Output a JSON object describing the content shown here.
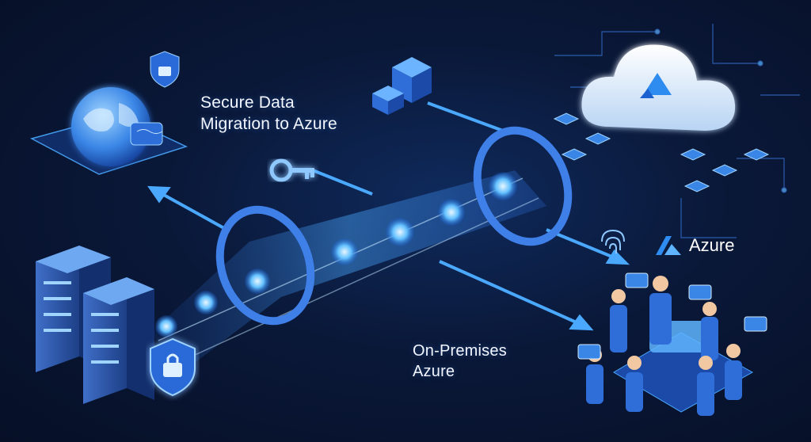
{
  "headline": {
    "line1": "Secure Data",
    "line2": "Migration to Azure"
  },
  "destination": {
    "line1": "On-Premises",
    "line2": "Azure"
  },
  "brand": {
    "name": "Azure",
    "logo_icon": "azure-logo-icon",
    "accent": "#2f8cf0"
  },
  "icons": [
    "globe-icon",
    "shield-lock-icon",
    "server-rack-icon",
    "key-icon",
    "fingerprint-icon",
    "cloud-icon",
    "data-cube-icon",
    "chat-bubble-icon"
  ],
  "colors": {
    "background": "#0a1838",
    "glow": "#4aa8ff",
    "tunnel": "#1e5fc4",
    "text": "#f2f6ff"
  }
}
